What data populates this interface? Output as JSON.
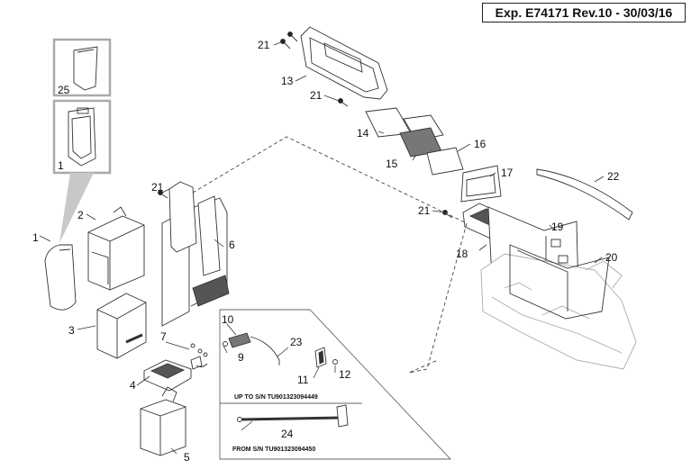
{
  "header": {
    "reference": "Exp. E74171 Rev.10 - 30/03/16"
  },
  "callouts": {
    "c1": "1",
    "c1b": "1",
    "c2": "2",
    "c3": "3",
    "c4": "4",
    "c5": "5",
    "c6": "6",
    "c7": "7",
    "c9": "9",
    "c10": "10",
    "c11": "11",
    "c12": "12",
    "c13": "13",
    "c14": "14",
    "c15": "15",
    "c16": "16",
    "c17": "17",
    "c18": "18",
    "c19": "19",
    "c20": "20",
    "c21a": "21",
    "c21b": "21",
    "c21c": "21",
    "c21d": "21",
    "c22": "22",
    "c23": "23",
    "c24": "24",
    "c25": "25"
  },
  "notes": {
    "upto": "UP TO S/N TU901323094449",
    "from": "FROM S/N TU901323094450"
  }
}
